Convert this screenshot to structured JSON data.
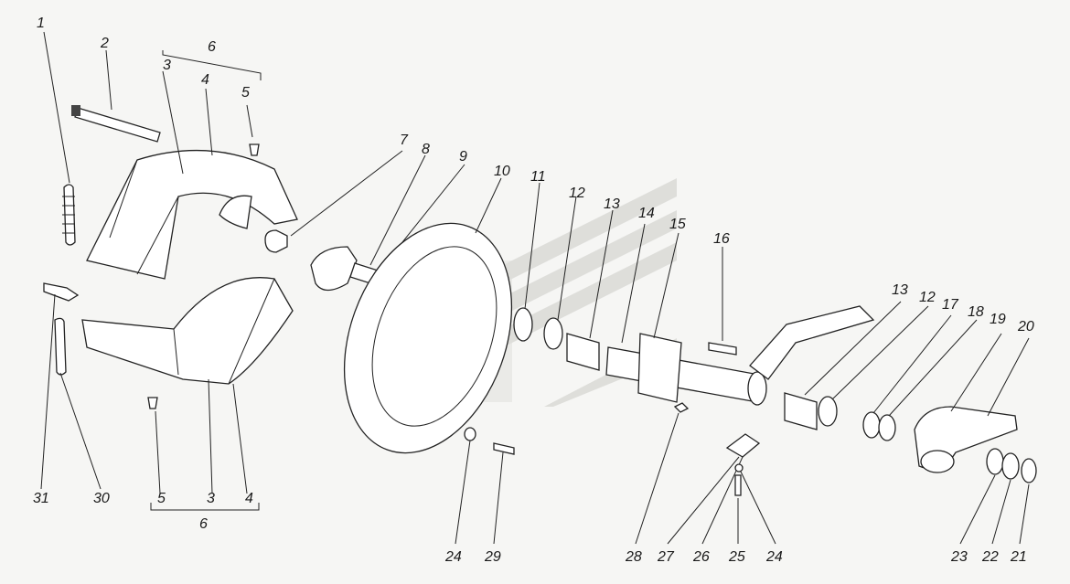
{
  "labels": {
    "top": [
      "1",
      "2",
      "6",
      "3",
      "4",
      "5",
      "7",
      "8",
      "9",
      "10",
      "11",
      "12",
      "13",
      "14",
      "15",
      "16",
      "13",
      "12",
      "17",
      "18",
      "19",
      "20"
    ],
    "bottom_left": [
      "31",
      "30",
      "5",
      "3",
      "4",
      "6"
    ],
    "bottom_right": [
      "24",
      "29",
      "28",
      "27",
      "26",
      "25",
      "24",
      "23",
      "22",
      "21"
    ]
  },
  "watermark": {
    "color": "#d8d8d4"
  },
  "line_color": "#222222"
}
